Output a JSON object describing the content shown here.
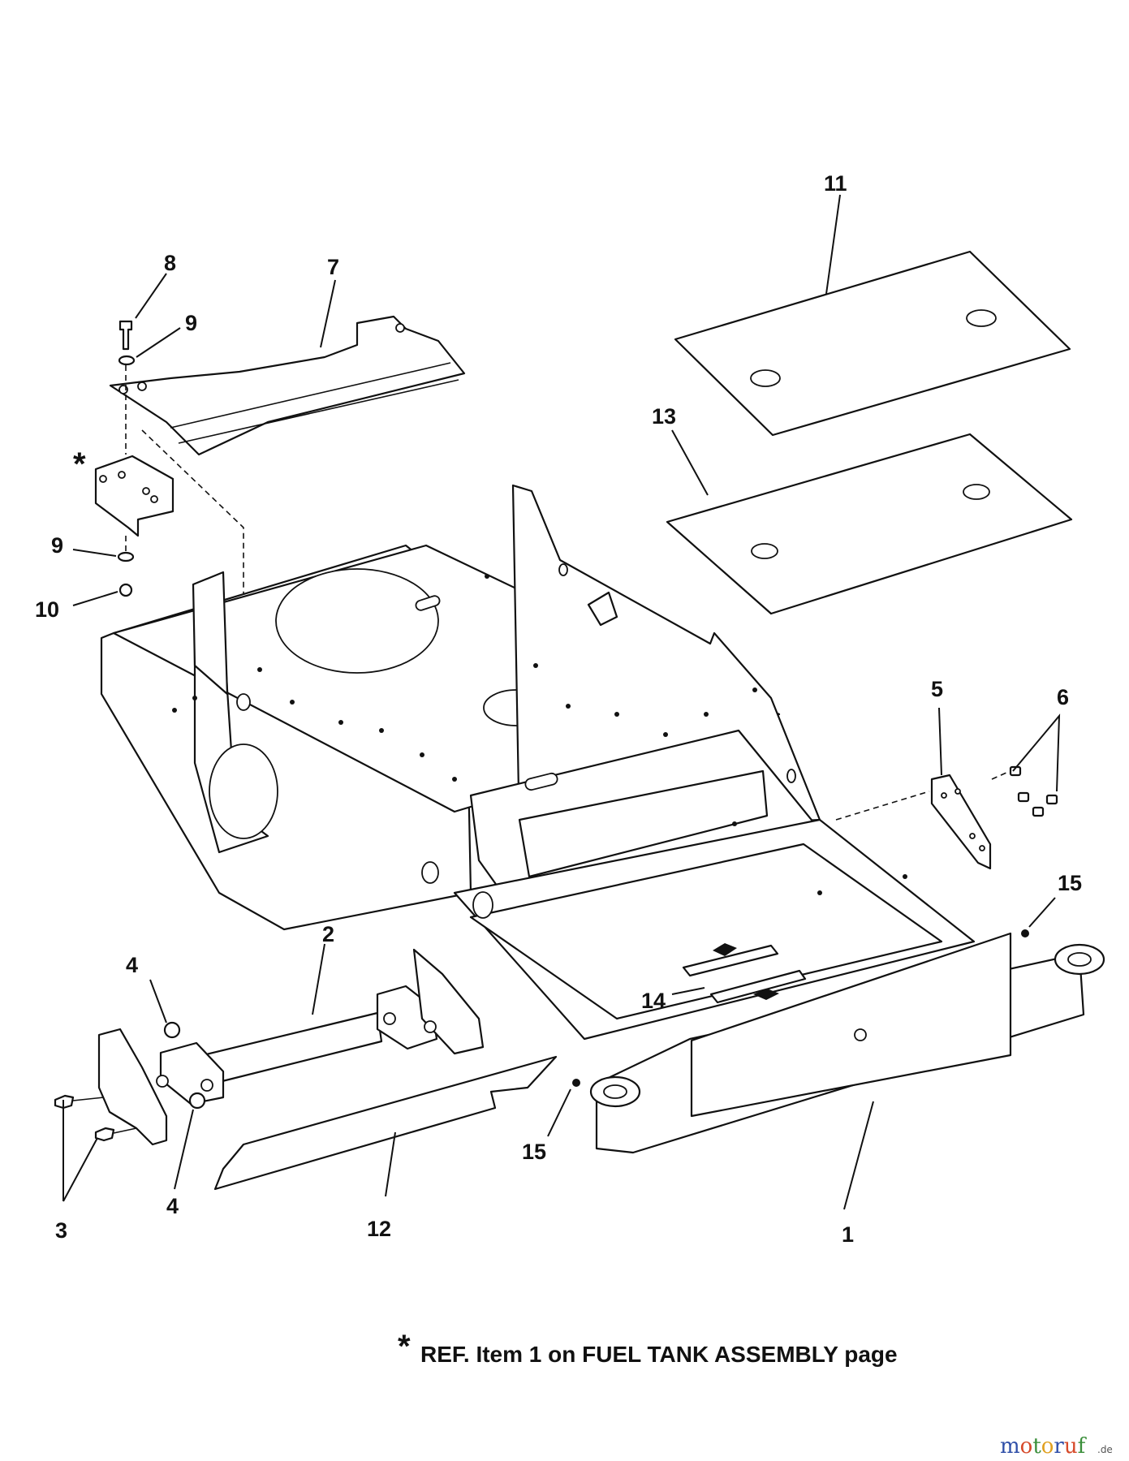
{
  "callouts": {
    "c1": "1",
    "c2": "2",
    "c3": "3",
    "c4a": "4",
    "c4b": "4",
    "c5": "5",
    "c6": "6",
    "c7": "7",
    "c8": "8",
    "c9a": "9",
    "c9b": "9",
    "c10": "10",
    "c11": "11",
    "c12": "12",
    "c13": "13",
    "c14": "14",
    "c15a": "15",
    "c15b": "15",
    "star": "*"
  },
  "footnote": {
    "star": "*",
    "text": "REF. Item 1 on FUEL TANK ASSEMBLY page"
  },
  "watermark": {
    "brand_letters": [
      "m",
      "o",
      "t",
      "o",
      "r",
      "u",
      "f"
    ],
    "suffix": ".de",
    "colors": [
      "#2f4fa8",
      "#d64a2a",
      "#3b8f3b",
      "#e0a020",
      "#2f4fa8",
      "#d64a2a",
      "#3b8f3b"
    ]
  }
}
